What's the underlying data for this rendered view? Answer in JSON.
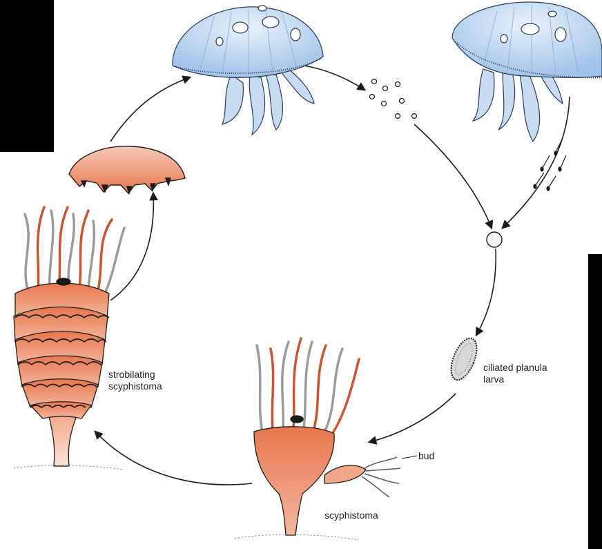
{
  "labels": {
    "strobilating_line1": "strobilating",
    "strobilating_line2": "scyphistoma",
    "planula_line1": "ciliated planula",
    "planula_line2": "larva",
    "bud": "bud",
    "scyphistoma": "scyphistoma"
  },
  "colors": {
    "medusa_fill": "#b8d4f0",
    "polyp_fill": "#e8825a",
    "tentacle_orange": "#c8552e",
    "ink": "#1a1a1a"
  }
}
